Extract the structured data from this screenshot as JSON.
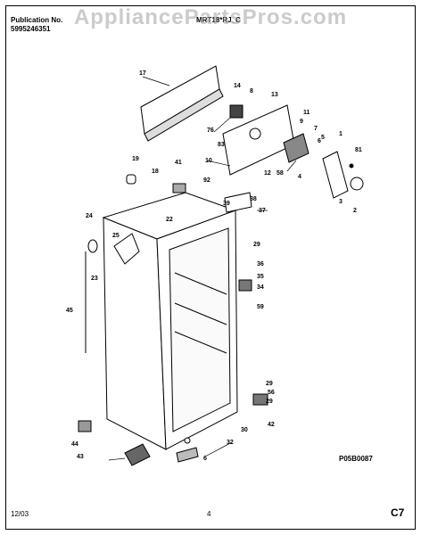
{
  "header": {
    "publication_label": "Publication No.",
    "publication_number": "5995246351",
    "model": "MRT18*RJ_C"
  },
  "watermark": "AppliancePartsPros.com",
  "footer": {
    "date": "12/03",
    "page": "4",
    "section": "C7"
  },
  "diagram_code": "P05B0087",
  "callouts": [
    "17",
    "14",
    "8",
    "13",
    "76",
    "83",
    "11",
    "9",
    "7",
    "5",
    "1",
    "81",
    "6",
    "10",
    "58",
    "4",
    "3",
    "2",
    "19",
    "18",
    "41",
    "12",
    "92",
    "38",
    "39",
    "37",
    "22",
    "24",
    "25",
    "29",
    "36",
    "35",
    "23",
    "45",
    "59",
    "34",
    "29",
    "56",
    "29",
    "30",
    "42",
    "44",
    "43",
    "32",
    "6"
  ]
}
